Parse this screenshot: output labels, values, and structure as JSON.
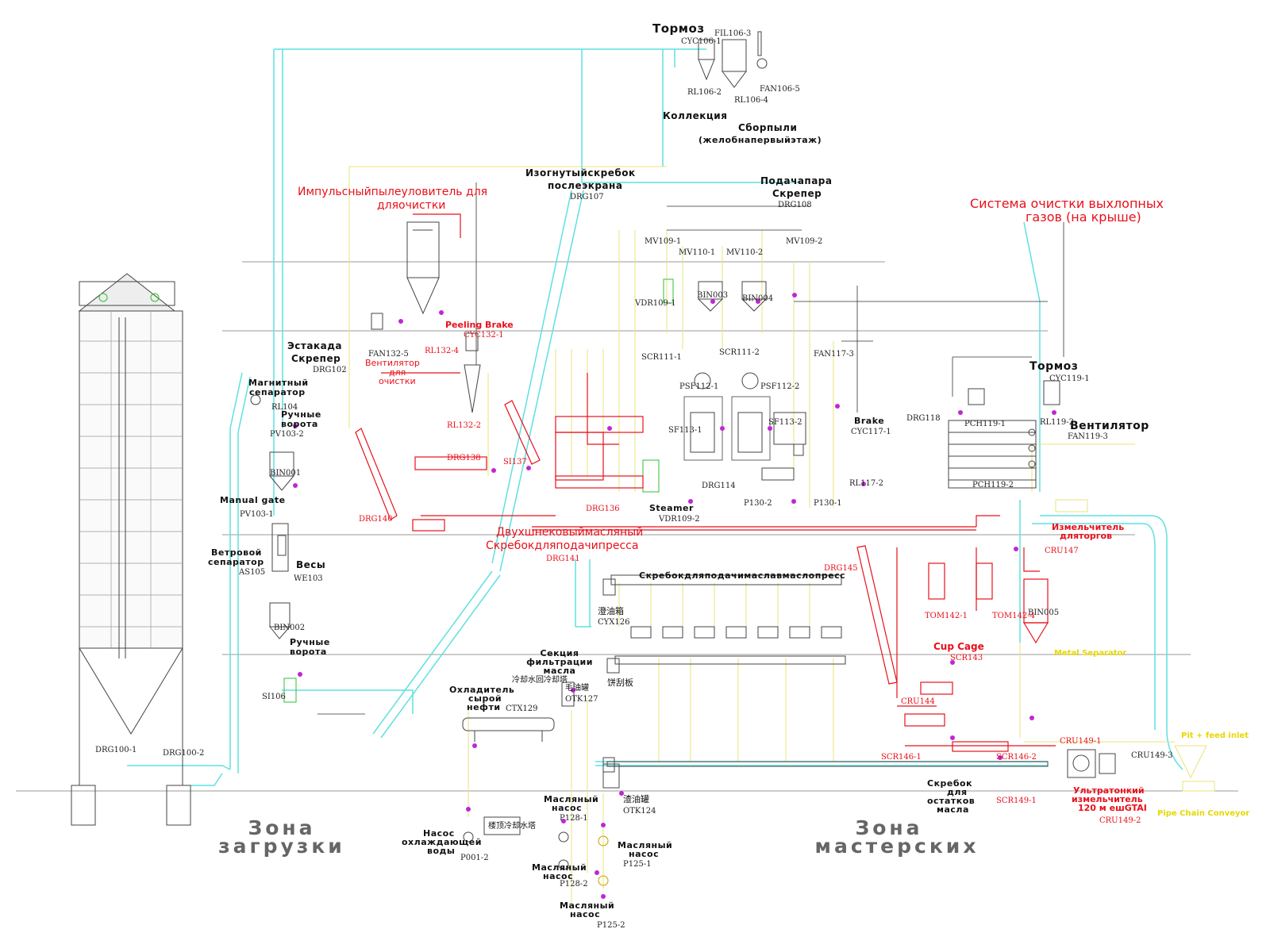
{
  "zones": {
    "loading": [
      "Зона",
      "загрузки"
    ],
    "workshop": [
      "Зона",
      "мастерских"
    ]
  },
  "labels": {
    "top_brake": "Тормоз",
    "collection": "Коллекция",
    "dust_collect": "Сборпыли",
    "dust_collect_sub": "(желобнапервыйэтаж)",
    "bent_scraper": "Изогнутыйскребок",
    "bent_scraper_2": "послеэкрана",
    "pulse_filter": "Импульсныйпылеуловитель для",
    "pulse_filter_2": "дляочистки",
    "feed_scraper": "Подачапара",
    "feed_scraper_2": "Скрепер",
    "exhaust": "Система очистки выхлопных",
    "exhaust_2": "газов (на крыше)",
    "peeling_brake": "Peeling Brake",
    "trestle": "Эстакада",
    "trestle_2": "Скрепер",
    "fan_clean": "Вентилятор",
    "fan_clean_2": "для",
    "fan_clean_3": "очистки",
    "magnetic": "Магнитный",
    "magnetic_2": "сепаратор",
    "manual_gate": "Ручные",
    "manual_gate_2": "ворота",
    "manual_gate_en": "Manual gate",
    "wind_sep": "Ветровой",
    "wind_sep_2": "сепаратор",
    "scales": "Весы",
    "manual_gate_b": "Ручные",
    "manual_gate_b2": "ворота",
    "brake_r": "Тормоз",
    "brake_en": "Brake",
    "fan_r": "Вентилятор",
    "steamer": "Steamer",
    "twin_screw": "Двухшнековыймасляный",
    "twin_screw_2": "Скребокдляподачипресса",
    "oil_press_scraper": "Скребокдляподачимаславмаслопресс",
    "crusher": "Измельчитель",
    "crusher_2": "дляторгов",
    "cup_cage": "Cup Cage",
    "metal_sep": "Metal Separator",
    "oil_filter": "Секция",
    "oil_filter_2": "фильтрации",
    "oil_filter_3": "масла",
    "cooler": "Охладитель",
    "cooler_2": "сырой",
    "cooler_3": "нефти",
    "residue_scraper": "Скребок",
    "residue_scraper_2": "для",
    "residue_scraper_3": "остатков",
    "residue_scraper_4": "масла",
    "ultra_crusher": "Ультратонкий",
    "ultra_crusher_2": "измельчитель",
    "ultra_crusher_3": "120 м ешGTAI",
    "pit_feed": "Pit + feed inlet",
    "pipe_chain": "Pipe Chain Conveyor",
    "oil_pump_1": "Масляный",
    "oil_pump_1b": "насос",
    "oil_pump_2": "Масляный",
    "oil_pump_2b": "насос",
    "oil_pump_3": "Масляный",
    "oil_pump_3b": "насос",
    "oil_pump_4": "Масляный",
    "oil_pump_4b": "насос",
    "cool_pump": "Насос",
    "cool_pump_2": "охлаждающей",
    "cool_pump_3": "воды",
    "ru_oil_tank": "渣油罐",
    "ru_cooling_tower": "楼顶冷却水塔",
    "ru_cake_scraper": "饼刮板",
    "ru_filter_box": "澄油箱",
    "ru_cold_return": "冷却水回冷却塔",
    "ru_hair_tank": "毛油罐"
  },
  "tags": {
    "cyc106": "CYC106-1",
    "fil106": "FIL106-3",
    "rl106_2": "RL106-2",
    "rl106_4": "RL106-4",
    "fan106_5": "FAN106-5",
    "drg107": "DRG107",
    "drg108": "DRG108",
    "mv109_1": "MV109-1",
    "mv110_1": "MV110-1",
    "mv110_2": "MV110-2",
    "mv109_2": "MV109-2",
    "vdr109_1": "VDR109-1",
    "bin003": "BIN003",
    "bin004": "BIN004",
    "scr111_1": "SCR111-1",
    "scr111_2": "SCR111-2",
    "fan117_3": "FAN117-3",
    "psf112_1": "PSF112-1",
    "psf112_2": "PSF112-2",
    "sf113_1": "SF113-1",
    "sf113_2": "SF113-2",
    "drg114": "DRG114",
    "p130_2": "P130-2",
    "p130_1": "P130-1",
    "cyc117_1": "CYC117-1",
    "rl117_2": "RL117-2",
    "vdr109_2": "VDR109-2",
    "drg102": "DRG102",
    "rl104": "RL104",
    "pv103_2": "PV103-2",
    "bin001": "BIN001",
    "pv103_1": "PV103-1",
    "as105": "AS105",
    "we103": "WE103",
    "bin002": "BIN002",
    "si106": "SI106",
    "drg100_1": "DRG100-1",
    "drg100_2": "DRG100-2",
    "fan132_5": "FAN132-5",
    "rl132_4": "RL132-4",
    "cyc132_1": "CYC132-1",
    "rl132_2": "RL132-2",
    "drg138": "DRG138",
    "si137": "SI137",
    "drg136": "DRG136",
    "drg140": "DRG140",
    "drg141": "DRG141",
    "drg145": "DRG145",
    "cyc119_1": "CYC119-1",
    "rl119_2": "RL119-2",
    "fan119_3": "FAN119-3",
    "drg118": "DRG118",
    "pch119_1": "PCH119-1",
    "pch119_2": "PCH119-2",
    "cru147": "CRU147",
    "bin005": "BIN005",
    "scr143": "SCR143",
    "cru144": "CRU144",
    "scr146_1": "SCR146-1",
    "scr146_2": "SCR146-2",
    "cru149_1": "CRU149-1",
    "cru149_3": "CRU149-3",
    "scr149_1": "SCR149-1",
    "cru149_2": "CRU149-2",
    "cyx126": "CYX126",
    "ctx129": "CTX129",
    "otk127": "OTK127",
    "otk124": "OTK124",
    "p125_1": "P125-1",
    "p125_2": "P125-2",
    "p128_1": "P128-1",
    "p128_2": "P128-2",
    "p001_2": "P001-2",
    "tom142_1": "TOM142-1",
    "tom142_4": "TOM142-4"
  },
  "colors": {
    "cyan": "#5fe0e0",
    "yellow": "#e8e37a",
    "red": "#e8101a",
    "green": "#2fbf2f",
    "magenta": "#c026d3",
    "gray": "#888888",
    "line_dark": "#333333"
  }
}
